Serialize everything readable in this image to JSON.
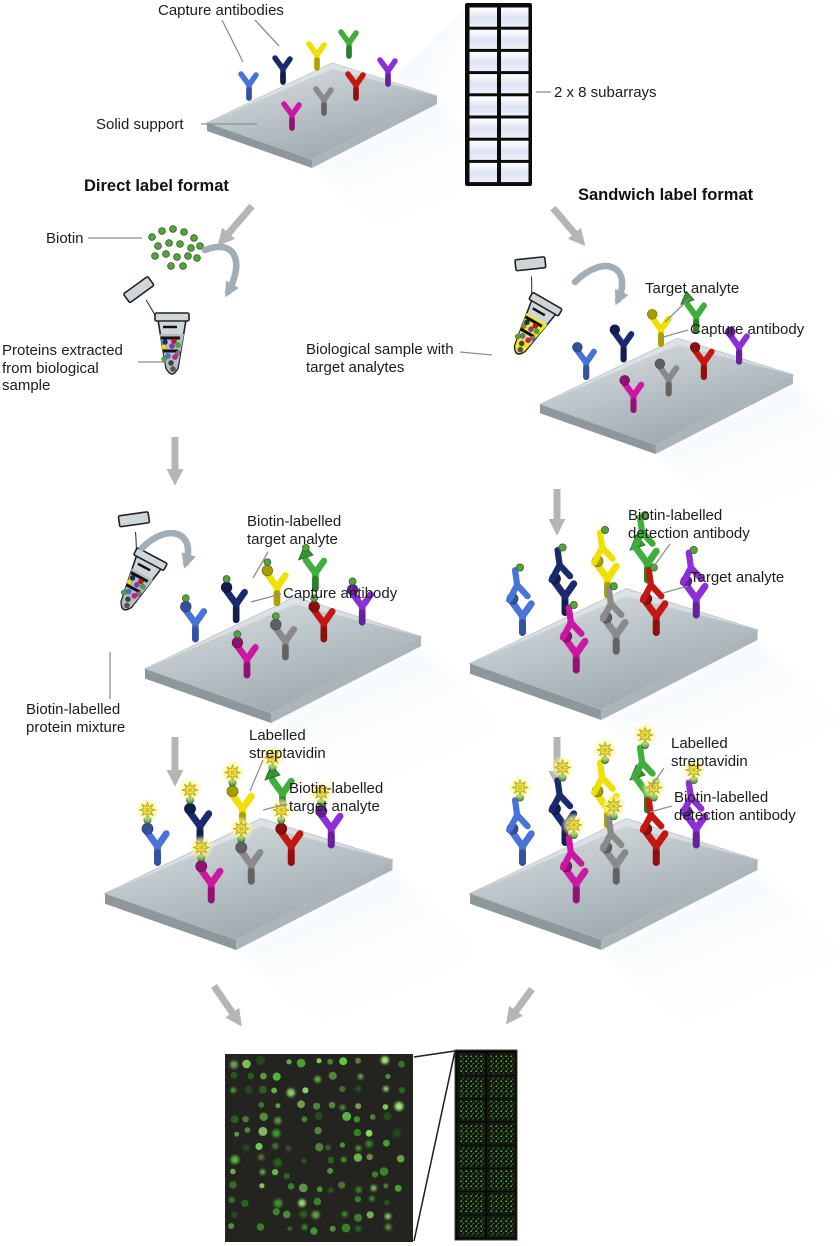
{
  "top_section": {
    "capture_antibodies": "Capture antibodies",
    "solid_support": "Solid support",
    "subarrays": "2 x 8 subarrays"
  },
  "branch_headers": {
    "direct": "Direct label format",
    "sandwich": "Sandwich label format"
  },
  "direct_branch": {
    "biotin": "Biotin",
    "proteins_extracted": "Proteins extracted from biological sample",
    "biotin_labelled_target_analyte": "Biotin-labelled target analyte",
    "capture_antibody": "Capture antibody",
    "biotin_labelled_protein_mixture": "Biotin-labelled protein mixture",
    "labelled_streptavidin": "Labelled streptavidin",
    "biotin_labelled_target_analyte_2": "Biotin-labelled target analyte"
  },
  "sandwich_branch": {
    "biological_sample": "Biological sample with target analytes",
    "target_analyte": "Target analyte",
    "capture_antibody": "Capture antibody",
    "biotin_labelled_detection_antibody": "Biotin-labelled detection antibody",
    "target_analyte_2": "Target analyte",
    "labelled_streptavidin": "Labelled streptavidin",
    "biotin_labelled_detection_antibody_2": "Biotin-labelled detection antibody"
  },
  "figure": {
    "antibody_colors": [
      "#4a73d8",
      "#1b2a6e",
      "#efe000",
      "#3fae3c",
      "#cc18a0",
      "#8a8a8a",
      "#c41712",
      "#8c2fd6"
    ],
    "biotin_color": "#55a33c",
    "streptavidin_color": "#f2e23c",
    "streptavidin_glow": "#fbf6a0",
    "arrow_color": "#b5b5b5",
    "leader_color": "#8f8f8f",
    "slab_top": "#dfe4e6",
    "slab_bottom": "#9aa7ad",
    "sample_yellow": "#f3e32c",
    "tube_gray": "#cfd6da",
    "scan_background": "#23231f",
    "spot_colors": [
      "#8ee563",
      "#5fcf3e",
      "#3f9e2c",
      "#2a6e1e",
      "#a9ef7d",
      "#6fbf4a"
    ],
    "subarray_grid": {
      "cols": 2,
      "rows": 8
    }
  }
}
